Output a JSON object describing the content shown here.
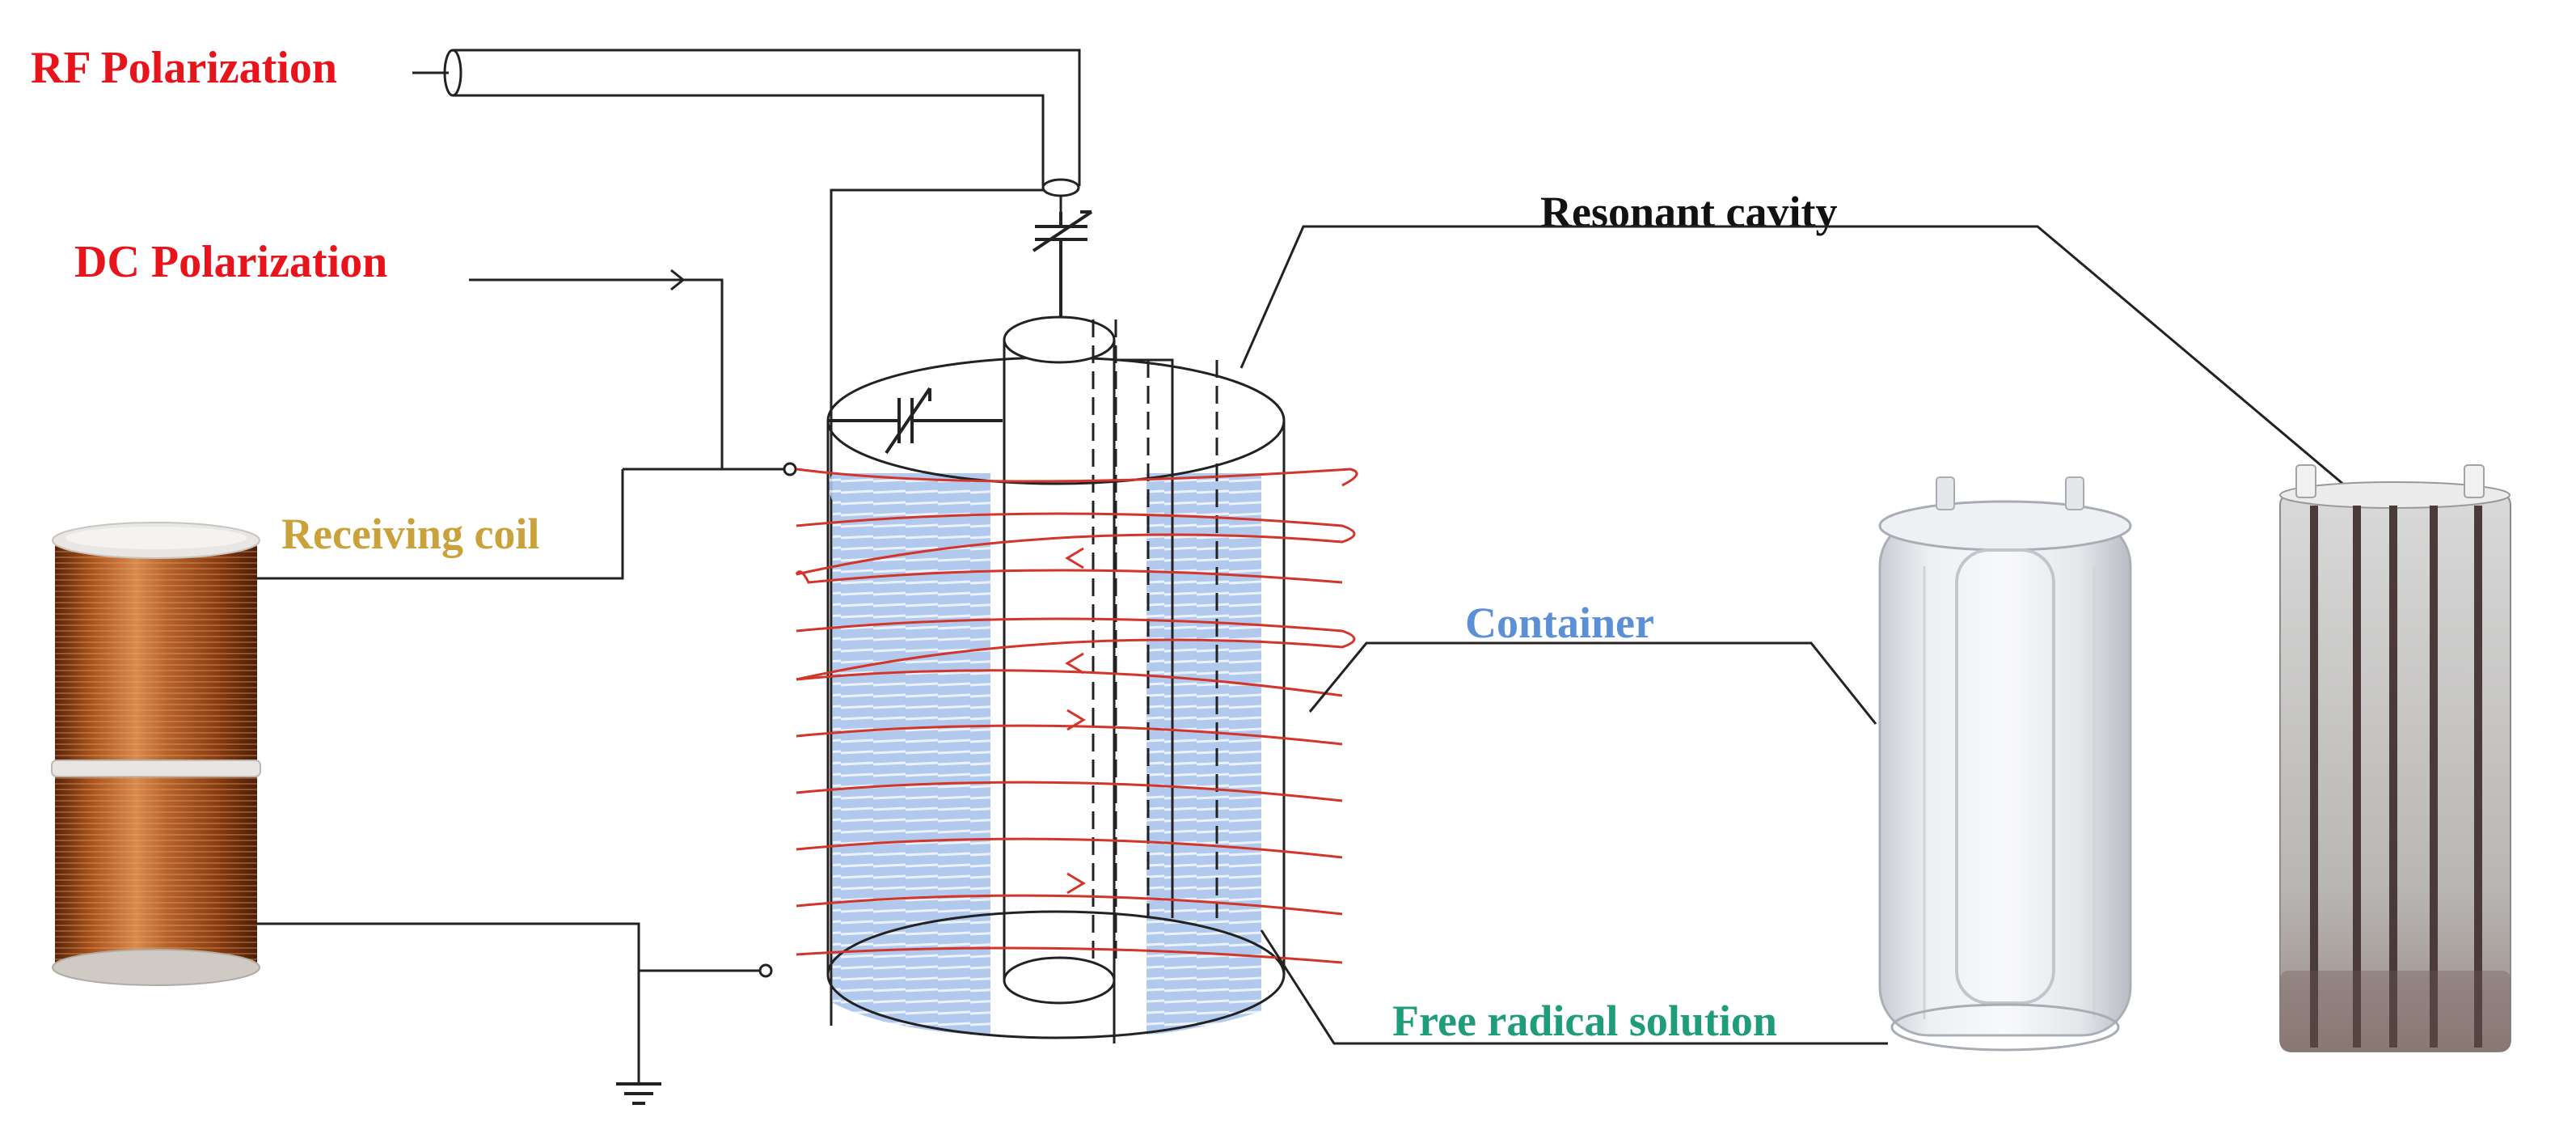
{
  "labels": {
    "rf_polarization": "RF Polarization",
    "dc_polarization": "DC Polarization",
    "receiving_coil": "Receiving coil",
    "resonant_cavity": "Resonant cavity",
    "container": "Container",
    "free_radical_solution": "Free radical solution"
  },
  "colors": {
    "rf_label": "#e8141b",
    "dc_label": "#e8141b",
    "receiving_coil_label": "#c9a23c",
    "resonant_cavity_label": "#111111",
    "container_label": "#5b8fd6",
    "free_radical_label": "#1f9d7a",
    "coil_wire": "#d2352a",
    "solution_fill": "#9cbbe8",
    "line": "#222222"
  },
  "icons": {
    "receiving_coil_photo": "copper-coil-spool",
    "container_photo": "transparent-container",
    "resonant_cavity_photo": "metal-cavity-cylinder",
    "ground": "ground-symbol",
    "variable_capacitor": "variable-capacitor-symbol"
  }
}
